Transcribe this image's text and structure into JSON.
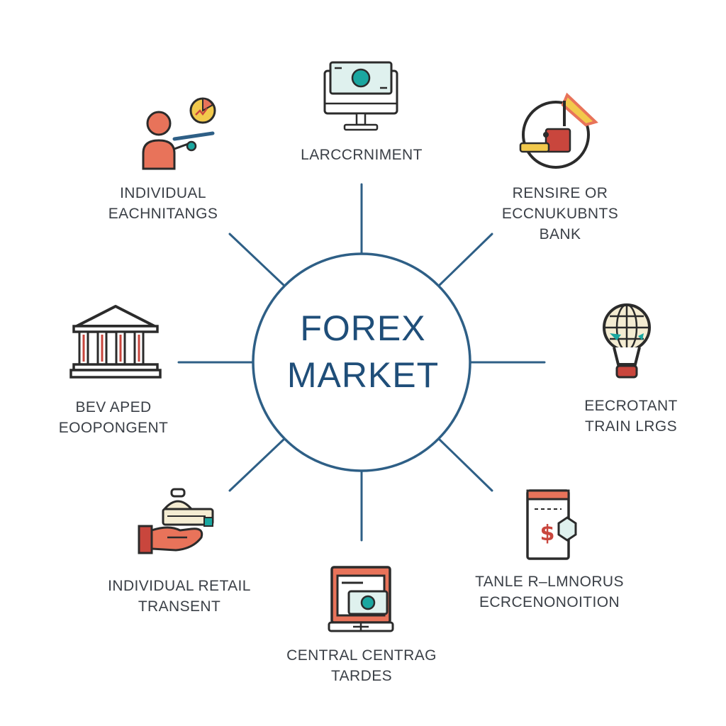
{
  "hub": {
    "line1": "FOREX",
    "line2": "MARKET"
  },
  "nodes": [
    {
      "id": "top",
      "lines": [
        "LARCCRNIMENT"
      ],
      "icon": "computer-monitor-icon"
    },
    {
      "id": "top-right",
      "lines": [
        "RENSIRE OR",
        "ECCNUKUBNTS",
        "BANK"
      ],
      "icon": "clock-gavel-icon"
    },
    {
      "id": "right",
      "lines": [
        "EECROTANT",
        "TRAIN LRGS"
      ],
      "icon": "globe-lightbulb-icon"
    },
    {
      "id": "bottom-right",
      "lines": [
        "TANLE R–LMNORUS",
        "ECRCENONOITION"
      ],
      "icon": "dollar-document-icon"
    },
    {
      "id": "bottom",
      "lines": [
        "CENTRAL CENTRAG",
        "TARDES"
      ],
      "icon": "cash-register-icon"
    },
    {
      "id": "bottom-left",
      "lines": [
        "INDIVIDUAL RETAIL",
        "TRANSENT"
      ],
      "icon": "hand-money-icon"
    },
    {
      "id": "left",
      "lines": [
        "BEV APED",
        "EOOPONGENT"
      ],
      "icon": "bank-building-icon"
    },
    {
      "id": "top-left",
      "lines": [
        "INDIVIDUAL",
        "EACHNITANGS"
      ],
      "icon": "trader-chart-icon"
    }
  ],
  "colors": {
    "navy": "#1f4e79",
    "line": "#2e5f86",
    "coral": "#e8735a",
    "red": "#c9463d",
    "teal": "#1aa7a0",
    "yellow": "#f2c94c",
    "cream": "#f4ecd2"
  }
}
